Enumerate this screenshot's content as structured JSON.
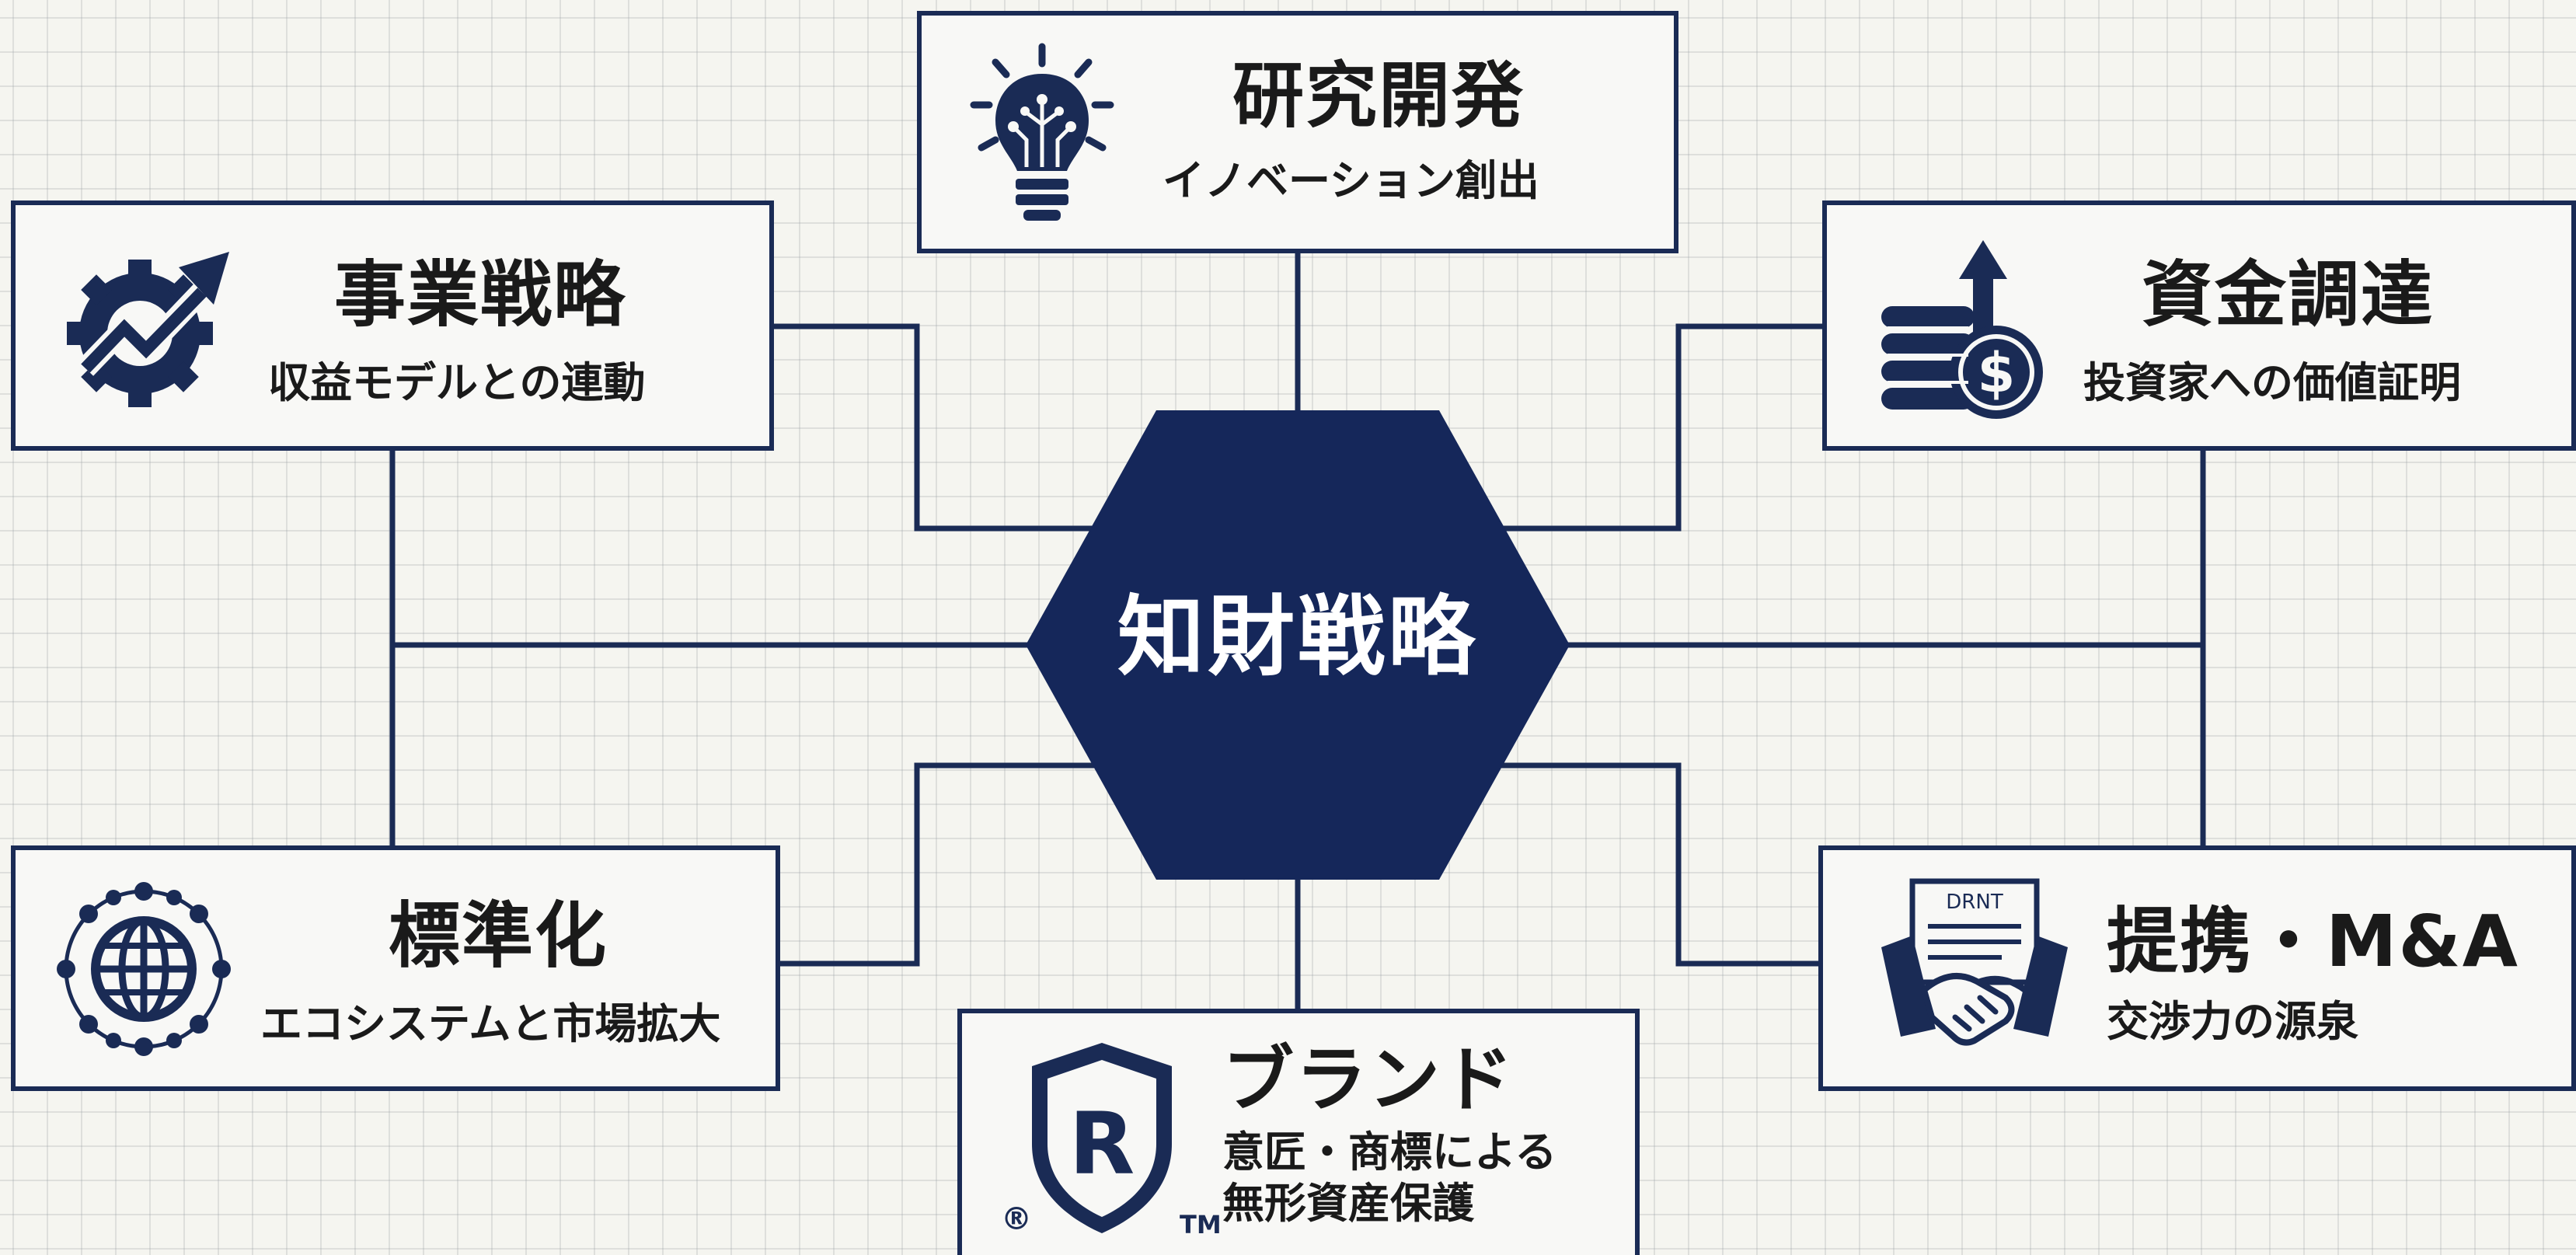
{
  "center": {
    "label": "知財戦略"
  },
  "nodes": {
    "rnd": {
      "title": "研究開発",
      "subtitle": "イノベーション創出",
      "icon": "lightbulb-circuit-icon"
    },
    "business": {
      "title": "事業戦略",
      "subtitle": "収益モデルとの連動",
      "icon": "gear-growth-arrow-icon"
    },
    "funding": {
      "title": "資金調達",
      "subtitle": "投資家への価値証明",
      "icon": "coins-dollar-arrow-icon"
    },
    "standard": {
      "title": "標準化",
      "subtitle": "エコシステムと市場拡大",
      "icon": "globe-network-icon"
    },
    "alliance": {
      "title": "提携・M&A",
      "subtitle": "交渉力の源泉",
      "icon": "handshake-document-icon",
      "doc_label": "DRNT"
    },
    "brand": {
      "title": "ブランド",
      "subtitle_lines": [
        "意匠・商標による",
        "無形資産保護"
      ],
      "icon": "registered-shield-icon",
      "r_mark": "R",
      "registered_symbol": "®",
      "tm_symbol": "TM"
    }
  },
  "colors": {
    "navy": "#1a2b55",
    "box_bg": "#f8f8f6",
    "grid": "#d6d9dc",
    "background": "#f5f5f0"
  }
}
